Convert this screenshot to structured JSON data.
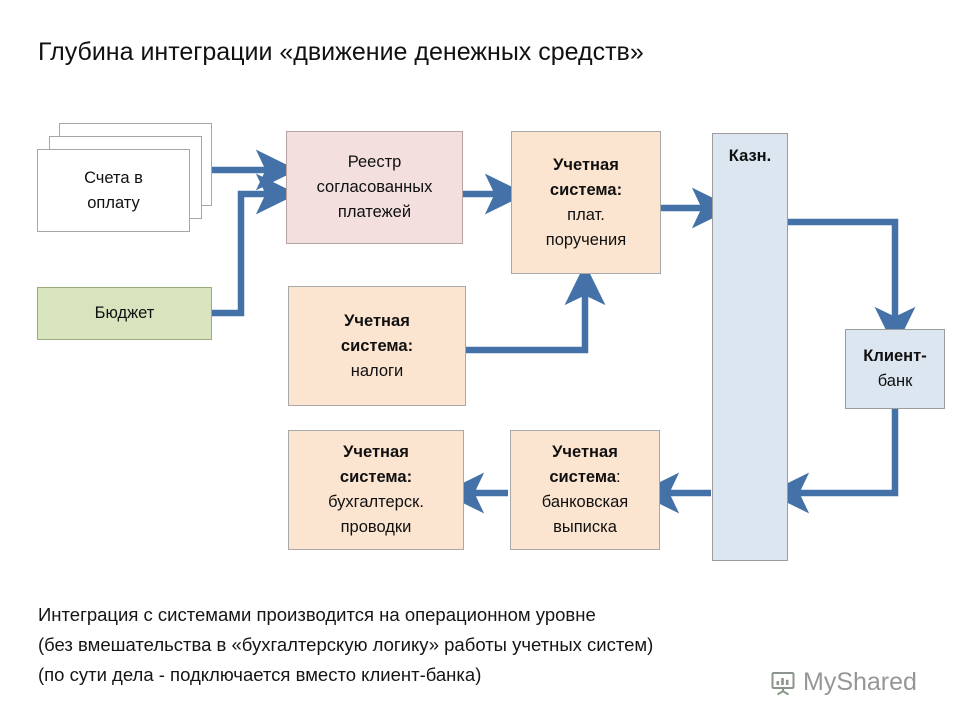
{
  "page": {
    "title": "Глубина интеграции «движение денежных средств»",
    "background_color": "#ffffff"
  },
  "colors": {
    "accent_arrow": "#4472a8",
    "pink_box": "#f2dfde",
    "peach_box": "#fce5d0",
    "green_box": "#d7e4bd",
    "blue_box": "#dce6f1",
    "white_box": "#ffffff",
    "border_gray": "#9a9a9a",
    "text": "#101010"
  },
  "nodes": {
    "invoices": {
      "label": "Счета в оплату",
      "line1": "Счета в",
      "line2": "оплату",
      "style": "stacked-white"
    },
    "budget": {
      "label": "Бюджет",
      "style": "green"
    },
    "registry": {
      "line1": "Реестр",
      "line2": "согласованных",
      "line3": "платежей",
      "style": "pink"
    },
    "payment_orders": {
      "line1": "Учетная",
      "line2": "система:",
      "line3": "плат.",
      "line4": "поручения",
      "style": "peach"
    },
    "taxes": {
      "line1": "Учетная",
      "line2": "система:",
      "line3": "налоги",
      "style": "peach"
    },
    "treasury": {
      "label": "Казн.",
      "style": "blue"
    },
    "client_bank": {
      "line1": "Клиент-",
      "line2": "банк",
      "style": "blue"
    },
    "bank_statement": {
      "line1": "Учетная",
      "line2": "система",
      "line2_suffix": ":",
      "line3": "банковская",
      "line4": "выписка",
      "style": "peach"
    },
    "accounting_entries": {
      "line1": "Учетная",
      "line2": "система:",
      "line3": "бухгалтерск.",
      "line4": "проводки",
      "style": "peach"
    }
  },
  "caption": {
    "line1": "Интеграция с системами производится на операционном уровне",
    "line2": "(без вмешательства в «бухгалтерскую логику» работы учетных систем)",
    "line3": "(по сути дела - подключается вместо клиент-банка)"
  },
  "watermark": {
    "text": "MyShared",
    "icon": "presentation-board-icon"
  }
}
